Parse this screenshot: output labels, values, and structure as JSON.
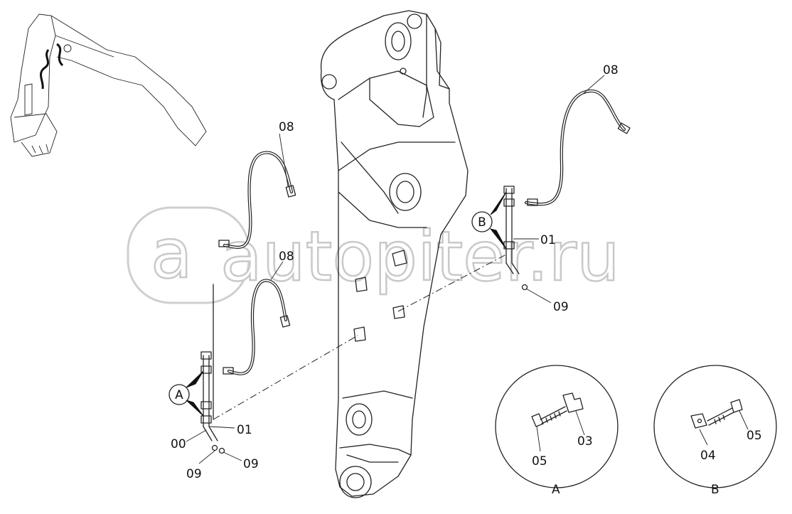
{
  "watermark": {
    "text": "autopiter.ru"
  },
  "callouts": {
    "hose_top_left": "08",
    "hose_mid_left": "08",
    "hose_right": "08",
    "pipe_right": "01",
    "pipe_left": "01",
    "clamp_left": "00",
    "plug_right": "09",
    "plug_left_a": "09",
    "plug_left_b": "09"
  },
  "view_markers": {
    "a": "A",
    "b": "B"
  },
  "details": {
    "a": {
      "label": "A",
      "bolt": "05",
      "bracket": "03"
    },
    "b": {
      "label": "B",
      "bolt": "05",
      "bracket": "04"
    }
  }
}
